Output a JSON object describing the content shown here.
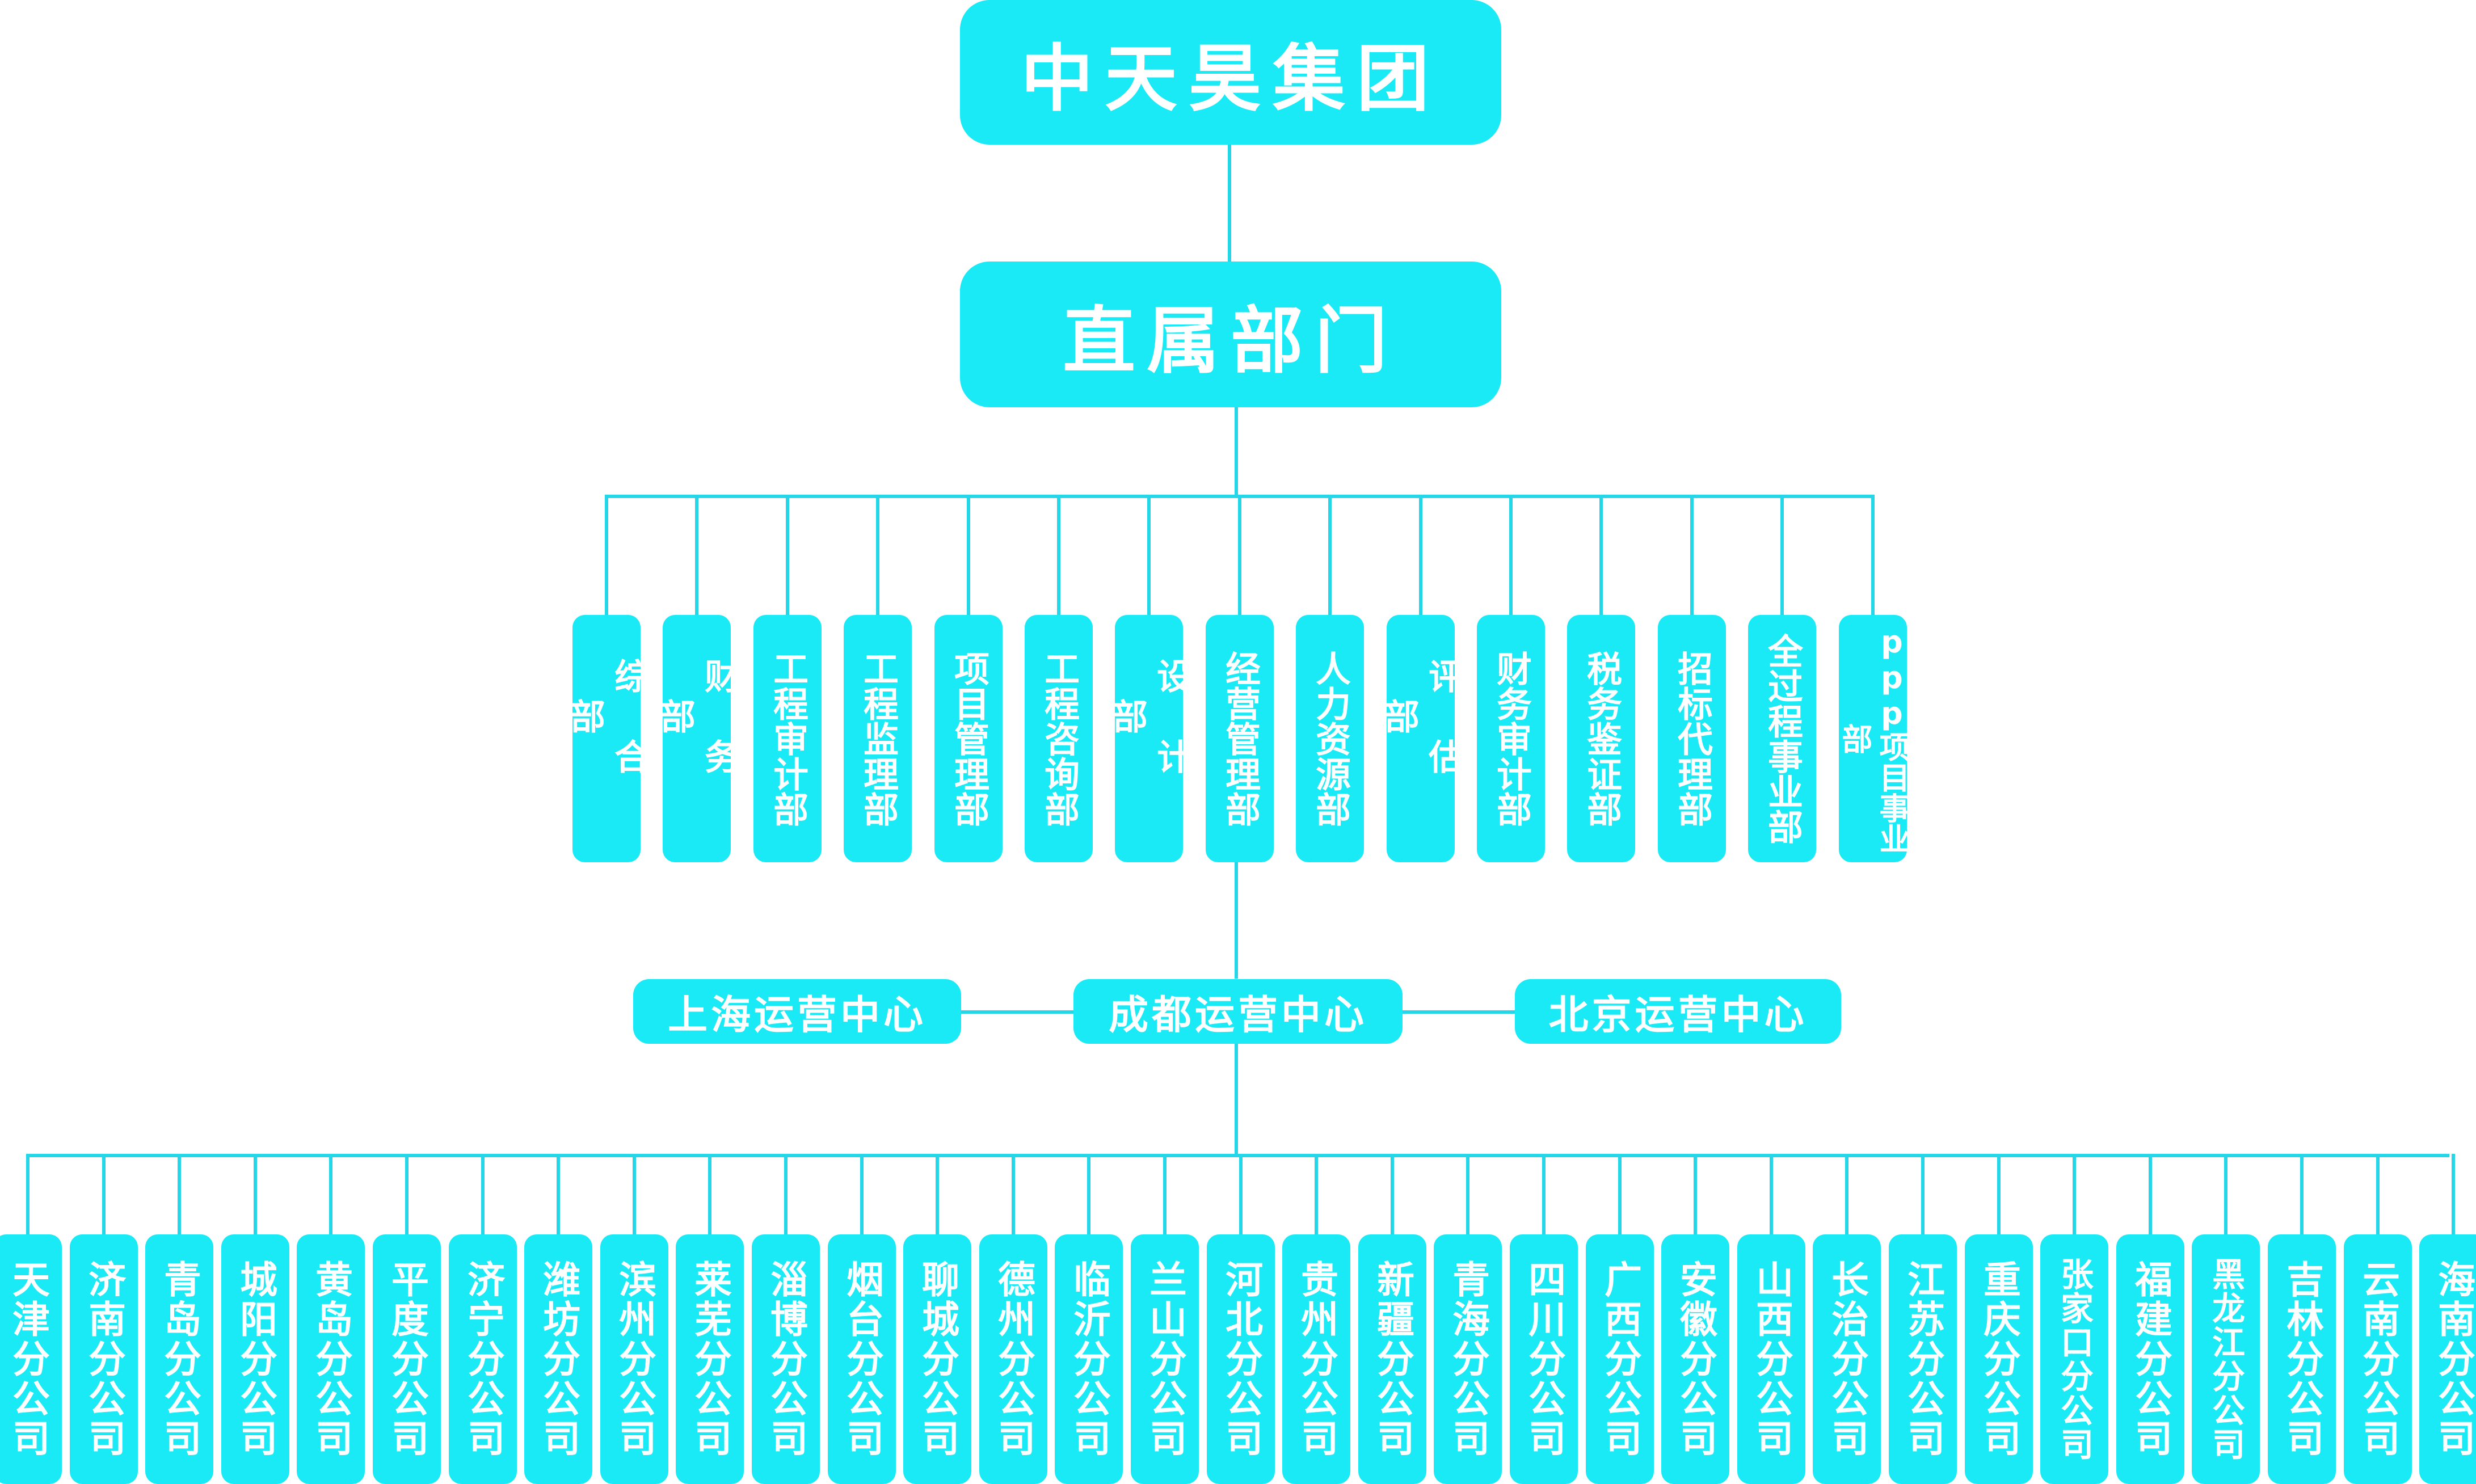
{
  "top": {
    "title": "中天昊集团"
  },
  "direct": {
    "title": "直属部门"
  },
  "departments": [
    {
      "label": "综合部"
    },
    {
      "label": "财务部"
    },
    {
      "label": "工程审计部"
    },
    {
      "label": "工程监理部"
    },
    {
      "label": "项目管理部"
    },
    {
      "label": "工程咨询部"
    },
    {
      "label": "设计部"
    },
    {
      "label": "经营管理部"
    },
    {
      "label": "人力资源部"
    },
    {
      "label": "评估部"
    },
    {
      "label": "财务审计部"
    },
    {
      "label": "税务鉴证部"
    },
    {
      "label": "招标代理部"
    },
    {
      "label": "全过程事业部"
    },
    {
      "label": "ppp项目事业部"
    }
  ],
  "centers": {
    "left": "上海运营中心",
    "middle": "成都运营中心",
    "right": "北京运营中心"
  },
  "branches": [
    {
      "label": "天津分公司"
    },
    {
      "label": "济南分公司"
    },
    {
      "label": "青岛分公司"
    },
    {
      "label": "城阳分公司"
    },
    {
      "label": "黄岛分公司"
    },
    {
      "label": "平度分公司"
    },
    {
      "label": "济宁分公司"
    },
    {
      "label": "潍坊分公司"
    },
    {
      "label": "滨州分公司"
    },
    {
      "label": "莱芜分公司"
    },
    {
      "label": "淄博分公司"
    },
    {
      "label": "烟台分公司"
    },
    {
      "label": "聊城分公司"
    },
    {
      "label": "德州分公司"
    },
    {
      "label": "临沂分公司"
    },
    {
      "label": "兰山分公司"
    },
    {
      "label": "河北分公司"
    },
    {
      "label": "贵州分公司"
    },
    {
      "label": "新疆分公司"
    },
    {
      "label": "青海分公司"
    },
    {
      "label": "四川分公司"
    },
    {
      "label": "广西分公司"
    },
    {
      "label": "安徽分公司"
    },
    {
      "label": "山西分公司"
    },
    {
      "label": "长治分公司"
    },
    {
      "label": "江苏分公司"
    },
    {
      "label": "重庆分公司"
    },
    {
      "label": "张家口分公司"
    },
    {
      "label": "福建分公司"
    },
    {
      "label": "黑龙江分公司"
    },
    {
      "label": "吉林分公司"
    },
    {
      "label": "云南分公司"
    },
    {
      "label": "海南分公司"
    }
  ],
  "colors": {
    "box": "#19eaf5",
    "line": "#24d6e8",
    "text": "#ffffff"
  }
}
